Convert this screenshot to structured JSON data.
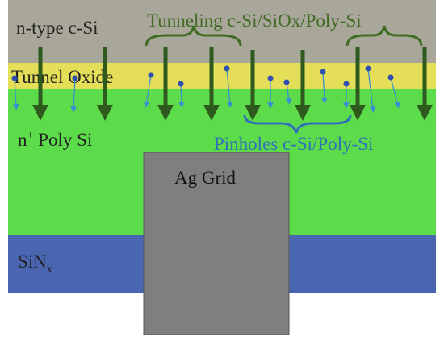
{
  "labels": {
    "n_type_si": "n-type c-Si",
    "tunnel_oxide": "Tunnel Oxide",
    "n_plus": "n",
    "n_plus_sup": "+",
    "poly_si": " Poly Si",
    "tunneling": "Tunneling c-Si/SiOx/Poly-Si",
    "pinholes": "Pinholes c-Si/Poly-Si",
    "ag_grid": "Ag Grid",
    "sinx_main": "SiN",
    "sinx_sub": "x"
  },
  "colors": {
    "si_substrate": "#a8a79a",
    "tunnel_oxide": "#e4de58",
    "poly_si": "#5cdc4a",
    "sinx": "#4a66b0",
    "ag_grid": "#7f7f7f",
    "tunneling_text": "#3f6b22",
    "pinholes_text": "#2f70b8",
    "electron": "#2f4fb0",
    "thick_arrow": "#2e5a1e",
    "thin_arrow": "#3a8fd0"
  }
}
